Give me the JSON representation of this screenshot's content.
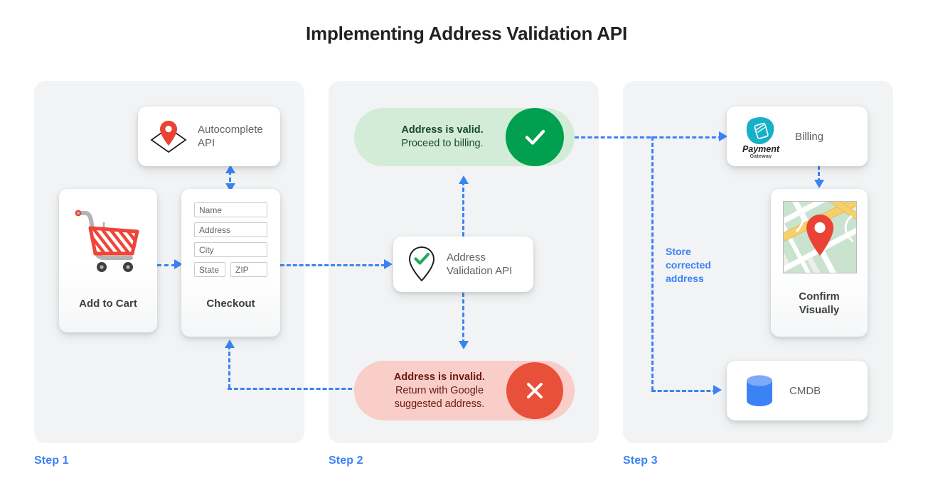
{
  "title": "Implementing Address Validation API",
  "colors": {
    "accent_blue": "#3b82f6",
    "panel_bg": "#f1f3f4",
    "valid_green": "#00a050",
    "valid_pill_bg": "#d3ecd7",
    "invalid_red": "#e8503a",
    "invalid_pill_bg": "#f9cdc8",
    "pin_red": "#ea4335",
    "db_blue": "#3b82f6",
    "logo_teal": "#16b1c9",
    "text_dark": "#3c4043"
  },
  "steps": [
    {
      "id": "step1",
      "label": "Step 1"
    },
    {
      "id": "step2",
      "label": "Step 2"
    },
    {
      "id": "step3",
      "label": "Step 3"
    }
  ],
  "step1": {
    "autocomplete_card": {
      "icon": "map-pin-diamond-icon",
      "label_line1": "Autocomplete",
      "label_line2": "API"
    },
    "cart_card": {
      "icon": "shopping-cart-icon",
      "label": "Add to Cart"
    },
    "checkout_card": {
      "label": "Checkout",
      "fields": [
        {
          "name": "name",
          "placeholder": "Name"
        },
        {
          "name": "address",
          "placeholder": "Address"
        },
        {
          "name": "city",
          "placeholder": "City"
        },
        {
          "name": "state",
          "placeholder": "State"
        },
        {
          "name": "zip",
          "placeholder": "ZIP"
        }
      ]
    }
  },
  "step2": {
    "valid_pill": {
      "line1": "Address is valid.",
      "line2": "Proceed to billing.",
      "badge_icon": "check-icon"
    },
    "validation_card": {
      "icon": "pin-check-icon",
      "label_line1": "Address",
      "label_line2": "Validation API"
    },
    "invalid_pill": {
      "line1": "Address is invalid.",
      "line2": "Return with Google",
      "line3": "suggested address.",
      "badge_icon": "close-icon"
    }
  },
  "step3": {
    "billing_card": {
      "logo_name": "Payment",
      "logo_sub": "Gateway",
      "label": "Billing"
    },
    "map_card": {
      "icon": "map-thumbnail",
      "label_line1": "Confirm",
      "label_line2": "Visually"
    },
    "cmdb_card": {
      "icon": "database-icon",
      "label": "CMDB"
    },
    "note": {
      "line1": "Store",
      "line2": "corrected",
      "line3": "address"
    }
  }
}
